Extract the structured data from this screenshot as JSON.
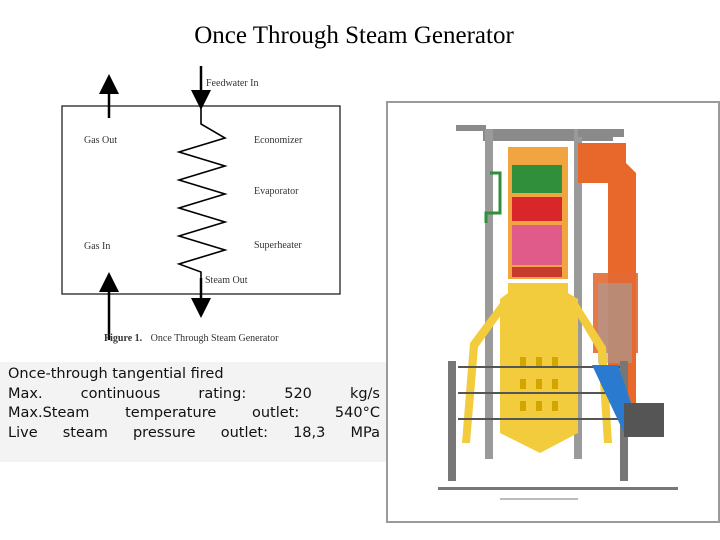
{
  "title": "Once Through Steam Generator",
  "schematic": {
    "feedwater_in": "Feedwater In",
    "gas_out": "Gas Out",
    "gas_in": "Gas In",
    "economizer": "Economizer",
    "evaporator": "Evaporator",
    "superheater": "Superheater",
    "steam_out": "Steam Out",
    "caption_label": "Figure 1.",
    "caption_text": "Once Through Steam Generator"
  },
  "specs": {
    "line1": "Once-through tangential fired",
    "line2": [
      "Max.",
      "continuous",
      "rating:",
      "520",
      "kg/s"
    ],
    "line3": [
      "Max.Steam",
      "temperature",
      "outlet:",
      "540°C"
    ],
    "line4": [
      "Live",
      "steam",
      "pressure",
      "outlet:",
      "18,3",
      "MPa"
    ]
  },
  "colors": {
    "boiler_yellow": "#f2cc3c",
    "ductwork_orange": "#e8672a",
    "structure_gray": "#8a8a8a",
    "economizer_green": "#2f8f3a",
    "superheater_red": "#d9262b",
    "reheater_pink": "#e05a8a",
    "blue_accent": "#2a7ad0"
  }
}
